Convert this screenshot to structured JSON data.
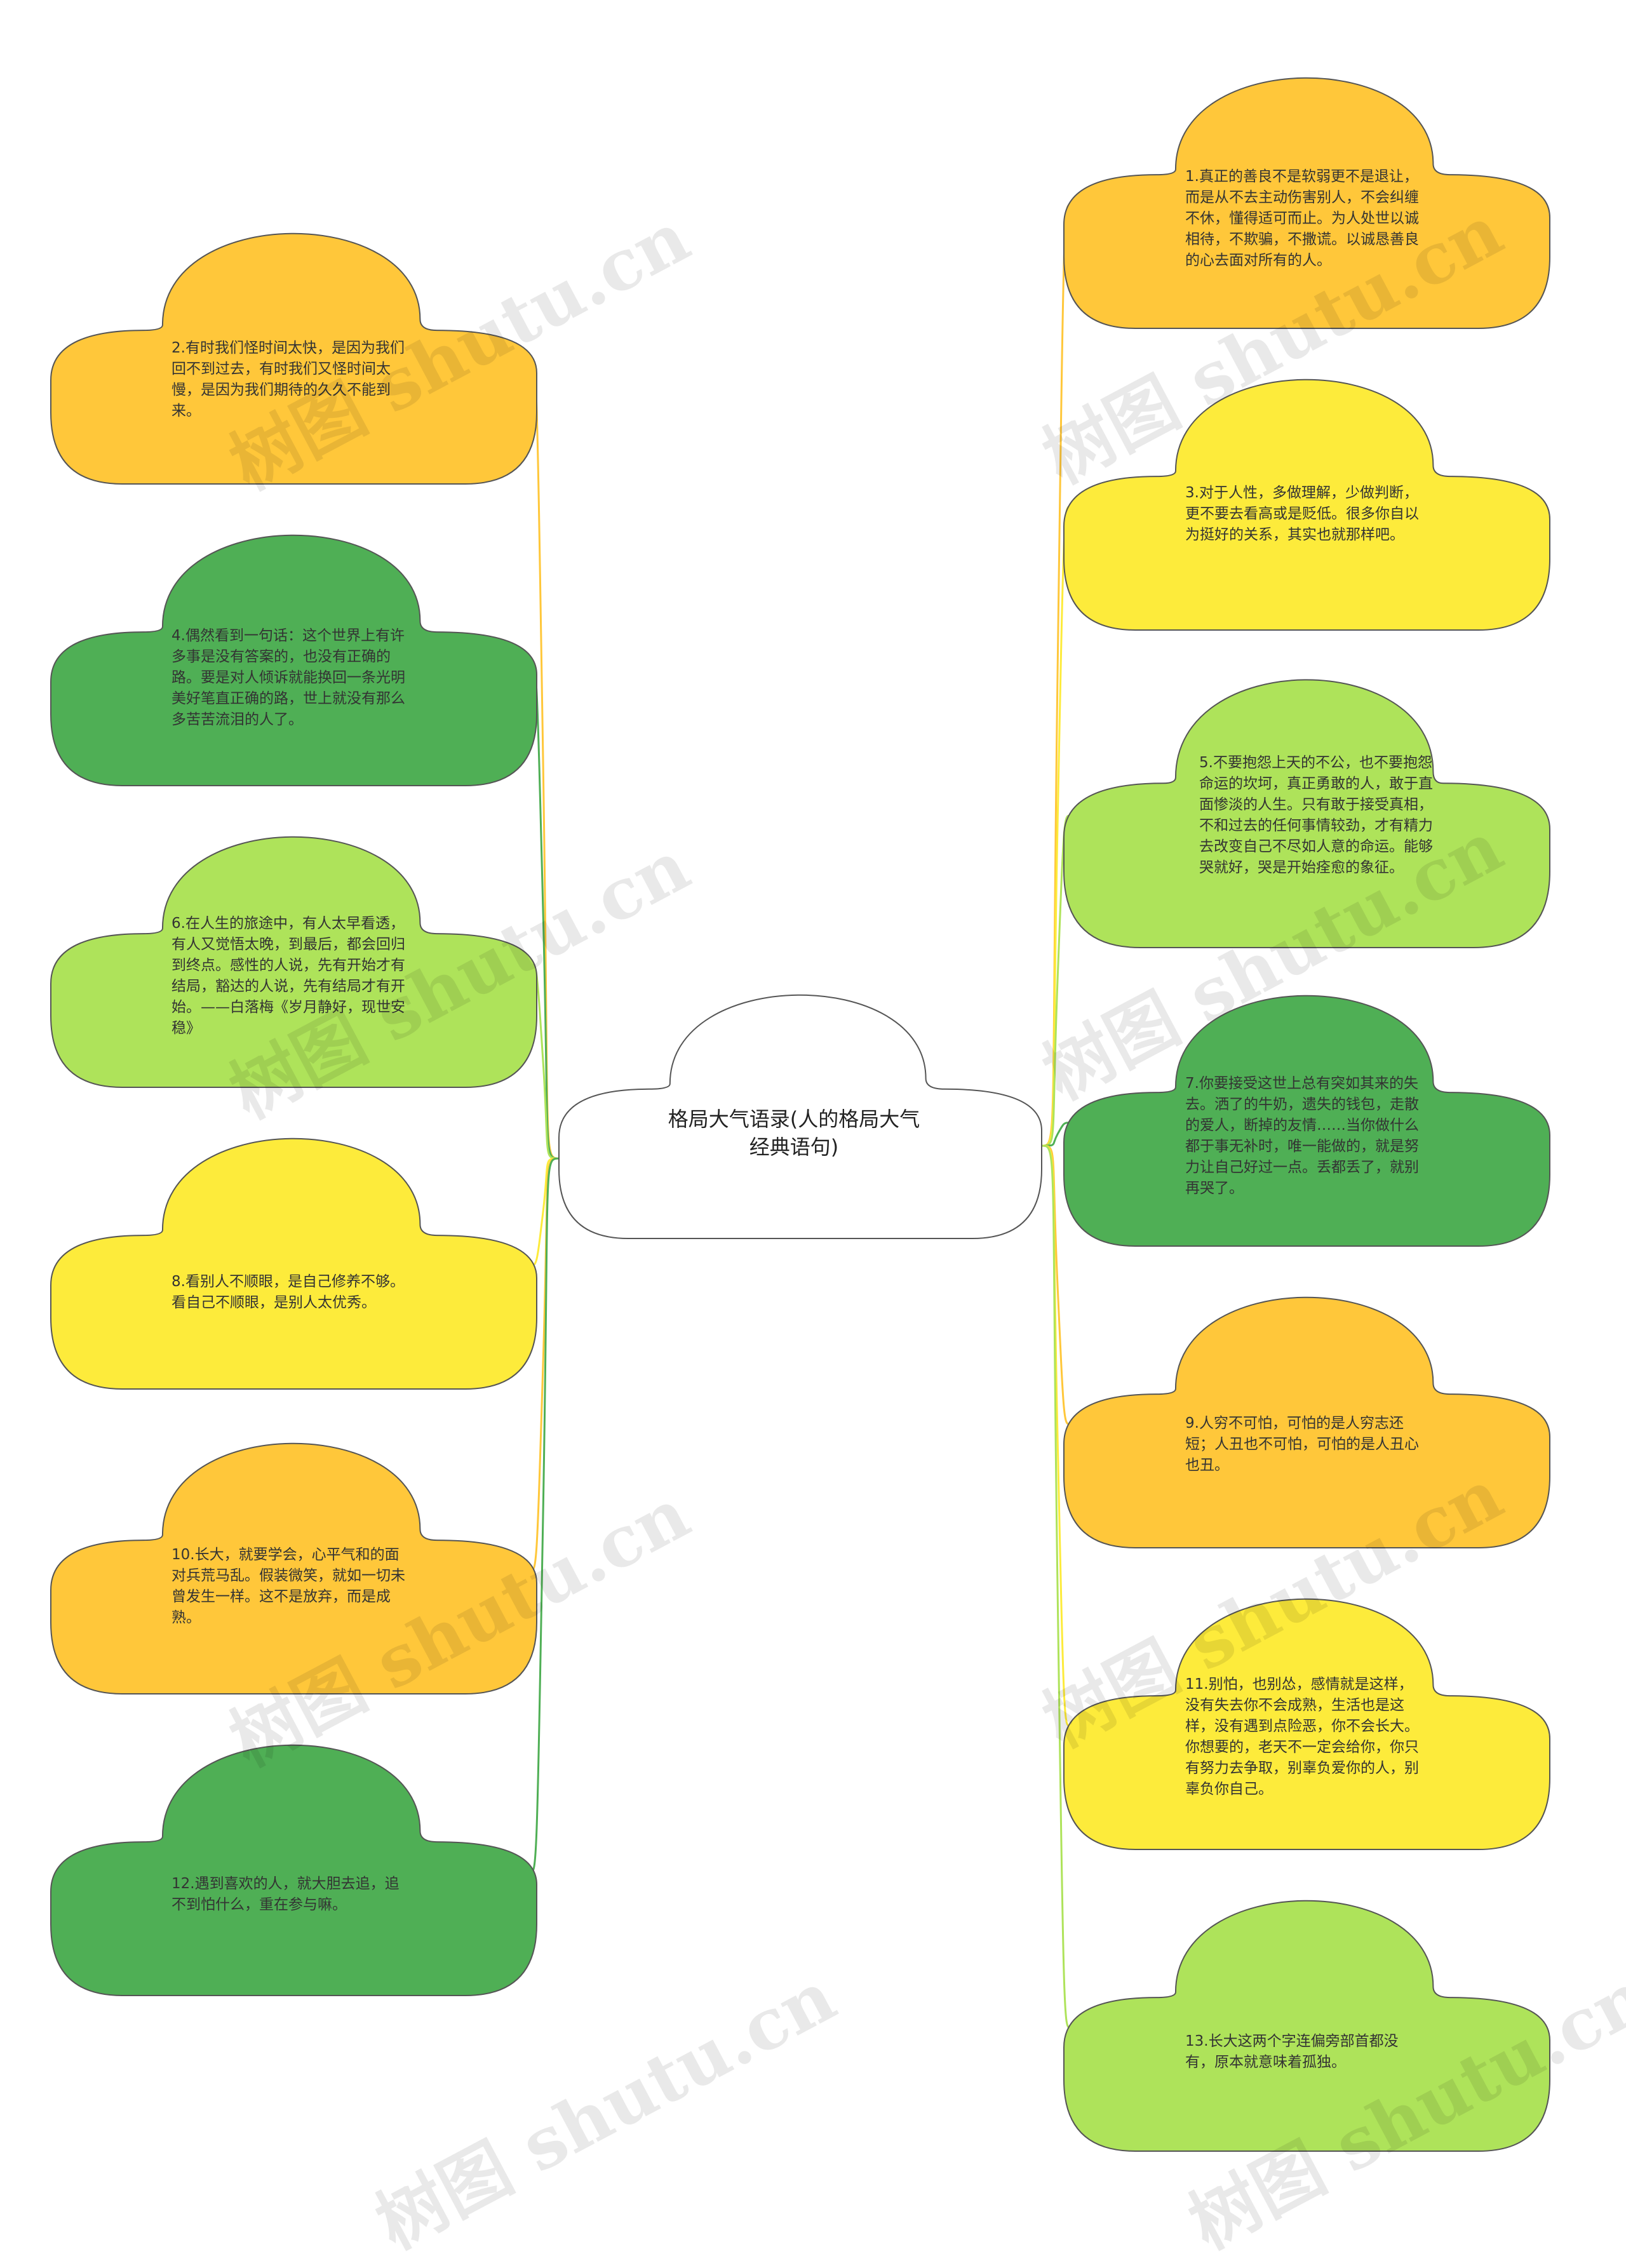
{
  "center": {
    "text": "格局大气语录(人的格局大气经典语句)"
  },
  "colors": {
    "orange": "#ffc73a",
    "yellow": "#fdeb3b",
    "light_green": "#aee35a",
    "dark_green": "#4faf55",
    "center_fill": "#ffffff",
    "outline": "#555555"
  },
  "nodes": [
    {
      "id": "n1",
      "color": "orange",
      "text": "1.真正的善良不是软弱更不是退让，而是从不去主动伤害别人，不会纠缠不休，懂得适可而止。为人处世以诚相待，不欺骗，不撒谎。以诚恳善良的心去面对所有的人。"
    },
    {
      "id": "n2",
      "color": "orange",
      "text": "2.有时我们怪时间太快，是因为我们回不到过去，有时我们又怪时间太慢，是因为我们期待的久久不能到来。"
    },
    {
      "id": "n3",
      "color": "yellow",
      "text": "3.对于人性，多做理解，少做判断，更不要去看高或是贬低。很多你自以为挺好的关系，其实也就那样吧。"
    },
    {
      "id": "n4",
      "color": "dark_green",
      "text": "4.偶然看到一句话：这个世界上有许多事是没有答案的，也没有正确的路。要是对人倾诉就能换回一条光明美好笔直正确的路，世上就没有那么多苦苦流泪的人了。"
    },
    {
      "id": "n5",
      "color": "light_green",
      "text": "5.不要抱怨上天的不公，也不要抱怨命运的坎坷，真正勇敢的人，敢于直面惨淡的人生。只有敢于接受真相，不和过去的任何事情较劲，才有精力去改变自己不尽如人意的命运。能够哭就好，哭是开始痊愈的象征。"
    },
    {
      "id": "n6",
      "color": "light_green",
      "text": "6.在人生的旅途中，有人太早看透，有人又觉悟太晚，到最后，都会回归到终点。感性的人说，先有开始才有结局，豁达的人说，先有结局才有开始。——白落梅《岁月静好，现世安稳》"
    },
    {
      "id": "n7",
      "color": "dark_green",
      "text": "7.你要接受这世上总有突如其来的失去。洒了的牛奶，遗失的钱包，走散的爱人，断掉的友情……当你做什么都于事无补时，唯一能做的，就是努力让自己好过一点。丢都丢了，就别再哭了。"
    },
    {
      "id": "n8",
      "color": "yellow",
      "text": "8.看别人不顺眼，是自己修养不够。看自己不顺眼，是别人太优秀。"
    },
    {
      "id": "n9",
      "color": "orange",
      "text": "9.人穷不可怕，可怕的是人穷志还短；人丑也不可怕，可怕的是人丑心也丑。"
    },
    {
      "id": "n10",
      "color": "orange",
      "text": "10.长大，就要学会，心平气和的面对兵荒马乱。假装微笑，就如一切未曾发生一样。这不是放弃，而是成熟。"
    },
    {
      "id": "n11",
      "color": "yellow",
      "text": "11.别怕，也别怂，感情就是这样，没有失去你不会成熟，生活也是这样，没有遇到点险恶，你不会长大。你想要的，老天不一定会给你，你只有努力去争取，别辜负爱你的人，别辜负你自己。"
    },
    {
      "id": "n12",
      "color": "dark_green",
      "text": "12.遇到喜欢的人，就大胆去追，追不到怕什么，重在参与嘛。"
    },
    {
      "id": "n13",
      "color": "light_green",
      "text": "13.长大这两个字连偏旁部首都没有，原本就意味着孤独。"
    }
  ],
  "watermark": "树图 shutu.cn"
}
